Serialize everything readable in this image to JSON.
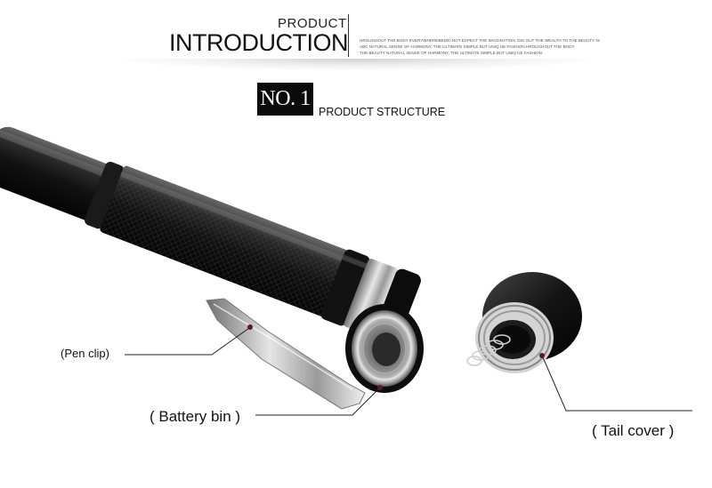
{
  "header": {
    "product": "PRODUCT",
    "introduction": "INTRODUCTION",
    "blurb": [
      "HROUGHOUT THE BODY EVERYWHEREBEDID NOT EXPECT THE IMAGINATION, DIG OUT THE WEALTH TO THE BEAUTY NATURAL",
      "ABC NATURAL SENSE OF HARMONY, THE ULTIMATE SIMPLE BUT UNIQ UE FASHION HROUGHOUT THE BODY",
      "THE BEAUTY NATURAL SENSE OF HARMONY, THE ULTIMATE SIMPLE BUT UNIQ UE FASHION"
    ]
  },
  "section": {
    "number": "NO. 1",
    "title": "PRODUCT STRUCTURE"
  },
  "labels": {
    "pen_clip": "(Pen clip)",
    "battery_bin": "( Battery bin )",
    "tail_cover": "( Tail cover )"
  },
  "colors": {
    "badge_bg": "#0b0b0b",
    "marker": "#5a1a24",
    "line": "#222222"
  }
}
